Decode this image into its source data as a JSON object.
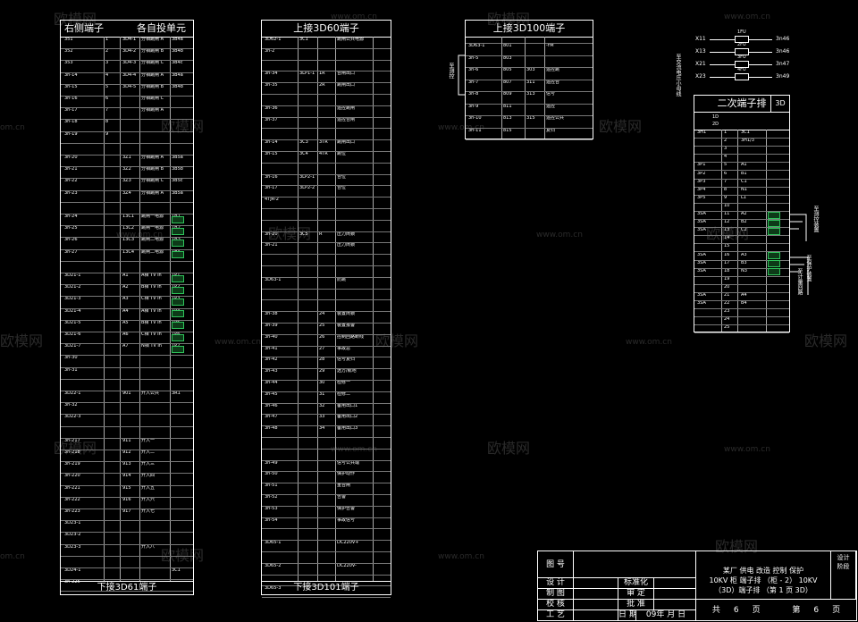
{
  "watermark": {
    "text": "欧模网",
    "url": "www.om.cn",
    "partial": "om.cn"
  },
  "left_table": {
    "col1_title": "右侧端子",
    "col2_title": "各自投单元",
    "footer": "下接3D61端子",
    "rows": [
      [
        "351",
        "1",
        "3D4-1",
        "分相跳闸 A",
        "3B4a"
      ],
      [
        "352",
        "2",
        "3D4-2",
        "分相跳闸 B",
        "3B4b"
      ],
      [
        "353",
        "3",
        "3D4-3",
        "分相跳闸 C",
        "3B4c"
      ],
      [
        "3n-14",
        "4",
        "3D4-4",
        "分相跳闸 A",
        "3B4a"
      ],
      [
        "3n-15",
        "5",
        "3D4-5",
        "分相跳闸 B",
        "3B4b"
      ],
      [
        "3n-16",
        "6",
        "",
        "分相跳闸 C",
        ""
      ],
      [
        "3n-17",
        "7",
        "",
        "分相跳闸 A",
        ""
      ],
      [
        "3n-18",
        "8",
        "",
        "",
        ""
      ],
      [
        "3n-19",
        "9",
        "",
        "",
        ""
      ],
      [
        "",
        "",
        "",
        "",
        ""
      ],
      [
        "3n-20",
        "",
        "3Z1",
        "分相跳闸 A",
        "3B5a"
      ],
      [
        "3n-21",
        "",
        "3Z2",
        "分相跳闸 B",
        "3B5b"
      ],
      [
        "3n-22",
        "",
        "3Z3",
        "分相跳闸 C",
        "3B5c"
      ],
      [
        "3n-23",
        "",
        "3Z4",
        "分相跳闸 A",
        "3B5a"
      ],
      [
        "",
        "",
        "",
        "",
        ""
      ],
      [
        "3n-24",
        "",
        "13C1",
        "跳闸一电源",
        "1B1"
      ],
      [
        "3n-25",
        "",
        "13C2",
        "跳闸一电源",
        "1B2"
      ],
      [
        "3n-26",
        "",
        "13C3",
        "跳闸二电源",
        "1B3"
      ],
      [
        "3n-27",
        "",
        "13C4",
        "跳闸二电源",
        "1B4"
      ],
      [
        "",
        "",
        "",
        "",
        ""
      ],
      [
        "3D21-1",
        "",
        "A1",
        "A相 TV In",
        "1P1"
      ],
      [
        "3D21-2",
        "",
        "A2",
        "B相 TV In",
        "1P2"
      ],
      [
        "3D21-3",
        "",
        "A3",
        "C相 TV In",
        "1P3"
      ],
      [
        "3D21-4",
        "",
        "A4",
        "A相 TV In",
        "1P4"
      ],
      [
        "3D21-5",
        "",
        "A5",
        "B相 TV In",
        "1P5"
      ],
      [
        "3D21-6",
        "",
        "A6",
        "C相 TV In",
        "1P6"
      ],
      [
        "3D21-7",
        "",
        "A7",
        "N相 TV In",
        "1P7"
      ],
      [
        "3n-30",
        "",
        "",
        "",
        ""
      ],
      [
        "3n-31",
        "",
        "",
        "",
        ""
      ],
      [
        "",
        "",
        "",
        "",
        ""
      ],
      [
        "3D22-1",
        "",
        "901",
        "开入公共",
        "3R1"
      ],
      [
        "3n-32",
        "",
        "",
        "",
        ""
      ],
      [
        "3D22-3",
        "",
        "",
        "",
        ""
      ],
      [
        "",
        "",
        "",
        "",
        ""
      ],
      [
        "3n-217",
        "",
        "911",
        "开入一",
        ""
      ],
      [
        "3n-218",
        "",
        "912",
        "开入二",
        ""
      ],
      [
        "3n-219",
        "",
        "913",
        "开入三",
        ""
      ],
      [
        "3n-220",
        "",
        "914",
        "开入四",
        ""
      ],
      [
        "3n-221",
        "",
        "915",
        "开入五",
        ""
      ],
      [
        "3n-222",
        "",
        "916",
        "开入六",
        ""
      ],
      [
        "3n-223",
        "",
        "917",
        "开入七",
        ""
      ],
      [
        "3D23-1",
        "",
        "",
        "",
        ""
      ],
      [
        "3D23-2",
        "",
        "",
        "",
        ""
      ],
      [
        "3D23-3",
        "",
        "",
        "开入八",
        ""
      ],
      [
        "",
        "",
        "",
        "",
        ""
      ],
      [
        "3D24-1",
        "",
        "",
        "",
        "3C1"
      ],
      [
        "3n-225",
        "",
        "",
        "",
        ""
      ]
    ],
    "marked_rows": [
      15,
      16,
      17,
      18,
      20,
      21,
      22,
      23,
      24,
      25,
      26
    ]
  },
  "mid_table": {
    "title": "上接3D60端子",
    "footer": "下接3D101端子",
    "rows": [
      [
        "3D62-1",
        "3C1",
        "",
        "跳闸公共电源"
      ],
      [
        "3n-2",
        "",
        "",
        ""
      ],
      [
        "",
        "",
        "",
        ""
      ],
      [
        "3n-34",
        "3LP1-1",
        "1R",
        "合闸出口"
      ],
      [
        "3n-35",
        "",
        "2R",
        "跳闸出口"
      ],
      [
        "",
        "",
        "",
        ""
      ],
      [
        "3n-36",
        "",
        "",
        "遥控跳闸"
      ],
      [
        "3n-37",
        "",
        "",
        "遥控合闸"
      ],
      [
        "",
        "",
        "",
        ""
      ],
      [
        "3n-14",
        "3C3",
        "3TR",
        "跳闸出口"
      ],
      [
        "3n-15",
        "3C4",
        "4TR",
        "跳位"
      ],
      [
        "",
        "",
        "",
        ""
      ],
      [
        "3n-16",
        "3LP2-1",
        "",
        "合位"
      ],
      [
        "3n-17",
        "3LP2-2",
        "",
        "合位"
      ],
      [
        "4TJR-2",
        "",
        "",
        ""
      ],
      [
        "",
        "",
        "",
        ""
      ],
      [
        "",
        "",
        "",
        ""
      ],
      [
        "3n-20",
        "3C5",
        "R",
        "压力闭锁"
      ],
      [
        "3n-21",
        "",
        "",
        "压力闭锁"
      ],
      [
        "",
        "",
        "",
        ""
      ],
      [
        "",
        "",
        "",
        ""
      ],
      [
        "3D63-1",
        "",
        "",
        "防跳"
      ],
      [
        "",
        "",
        "",
        ""
      ],
      [
        "",
        "",
        "",
        ""
      ],
      [
        "3n-38",
        "",
        "24",
        "装置闭锁"
      ],
      [
        "3n-39",
        "",
        "25",
        "装置报警"
      ],
      [
        "3n-40",
        "",
        "26",
        "控制回路断线"
      ],
      [
        "3n-41",
        "",
        "27",
        "事故总"
      ],
      [
        "3n-42",
        "",
        "28",
        "信号复归"
      ],
      [
        "3n-43",
        "",
        "29",
        "远方/就地"
      ],
      [
        "3n-44",
        "",
        "30",
        "检修一"
      ],
      [
        "3n-45",
        "",
        "31",
        "检修二"
      ],
      [
        "3n-46",
        "",
        "32",
        "备用出口1"
      ],
      [
        "3n-47",
        "",
        "33",
        "备用出口2"
      ],
      [
        "3n-48",
        "",
        "34",
        "备用出口3"
      ],
      [
        "",
        "",
        "",
        ""
      ],
      [
        "",
        "",
        "",
        ""
      ],
      [
        "3n-49",
        "",
        "",
        "信号公共端"
      ],
      [
        "3n-50",
        "",
        "",
        "保护动作"
      ],
      [
        "3n-51",
        "",
        "",
        "重合闸"
      ],
      [
        "3n-52",
        "",
        "",
        "告警"
      ],
      [
        "3n-53",
        "",
        "",
        "保护告警"
      ],
      [
        "3n-54",
        "",
        "",
        "事故信号"
      ],
      [
        "",
        "",
        "",
        ""
      ],
      [
        "3D65-1",
        "",
        "",
        "DC220V+"
      ],
      [
        "",
        "",
        "",
        ""
      ],
      [
        "3D65-2",
        "",
        "",
        "DC220V-"
      ],
      [
        "",
        "",
        "",
        ""
      ],
      [
        "3D65-3",
        "",
        "",
        ""
      ]
    ]
  },
  "top_table": {
    "title": "上接3D100端子",
    "side_label": "至测控",
    "rows": [
      [
        "3D63-1",
        "801",
        "",
        "-YM"
      ],
      [
        "3n-5",
        "803",
        "",
        ""
      ],
      [
        "3n-6",
        "805",
        "303",
        "遥控跳"
      ],
      [
        "3n-7",
        "807",
        "311",
        "遥控合"
      ],
      [
        "3n-8",
        "809",
        "313",
        "信号"
      ],
      [
        "3n-9",
        "811",
        "",
        "遥控"
      ],
      [
        "3n-10",
        "813",
        "315",
        "遥控公共"
      ],
      [
        "3n-11",
        "815",
        "",
        "复归"
      ]
    ]
  },
  "fuses": [
    {
      "left": "X11",
      "fuse": "1FU",
      "right": "3n46"
    },
    {
      "left": "X13",
      "fuse": "2FU",
      "right": "3n46"
    },
    {
      "left": "X21",
      "fuse": "3FU",
      "right": "3n47"
    },
    {
      "left": "X23",
      "fuse": "4FU",
      "right": "3n49"
    }
  ],
  "fuse_side_label": "至交流电压小母线",
  "right_table": {
    "title": "二次端子排",
    "tag": "3D",
    "header_rows": [
      "1D",
      "2D"
    ],
    "side_labels": [
      "至测控装置",
      "至保护装置",
      "至计量回路"
    ],
    "rows": [
      [
        "3H1",
        "1",
        "3C1"
      ],
      [
        "",
        "2",
        "3H1/3"
      ],
      [
        "",
        "3",
        ""
      ],
      [
        "",
        "4",
        ""
      ],
      [
        "3P1",
        "5",
        "A1"
      ],
      [
        "3P2",
        "6",
        "B1"
      ],
      [
        "3P3",
        "7",
        "C1"
      ],
      [
        "3P4",
        "8",
        "N1"
      ],
      [
        "3P5",
        "9",
        "L1"
      ],
      [
        "",
        "10",
        ""
      ],
      [
        "3SA",
        "11",
        "A2"
      ],
      [
        "3SA",
        "12",
        "B2"
      ],
      [
        "3SA",
        "13",
        "C2"
      ],
      [
        "",
        "14",
        ""
      ],
      [
        "",
        "15",
        ""
      ],
      [
        "3SA",
        "16",
        "A3"
      ],
      [
        "3SA",
        "17",
        "B3"
      ],
      [
        "3SA",
        "18",
        "N3"
      ],
      [
        "",
        "19",
        ""
      ],
      [
        "",
        "20",
        ""
      ],
      [
        "3SA",
        "21",
        "A4"
      ],
      [
        "3SA",
        "22",
        "B4"
      ],
      [
        "",
        "23",
        ""
      ],
      [
        "",
        "24",
        ""
      ],
      [
        "",
        "25",
        ""
      ]
    ],
    "marked_rows": [
      10,
      11,
      12,
      15,
      16,
      17
    ]
  },
  "title_block": {
    "labels": {
      "drawing_no": "图 号",
      "standardize": "标准化",
      "design": "设 计",
      "review": "审 定",
      "draw": "制 图",
      "approve": "批 准",
      "check": "校 核",
      "engineering": "工 艺",
      "date": "日 期",
      "date_value": "09年 月 日",
      "total": "共",
      "pages": "页",
      "sheet": "第",
      "sheet_pages": "页"
    },
    "total_value": "6",
    "sheet_value": "6",
    "title_line1": "某厂 供电 改造 控制 保护",
    "title_line2": "10KV 柜 端子排 （柜 - 2） 10KV",
    "title_line3": "（3D）端子排 （第 1 页 3D）",
    "corner_line1": "设计",
    "corner_line2": "阶段"
  }
}
